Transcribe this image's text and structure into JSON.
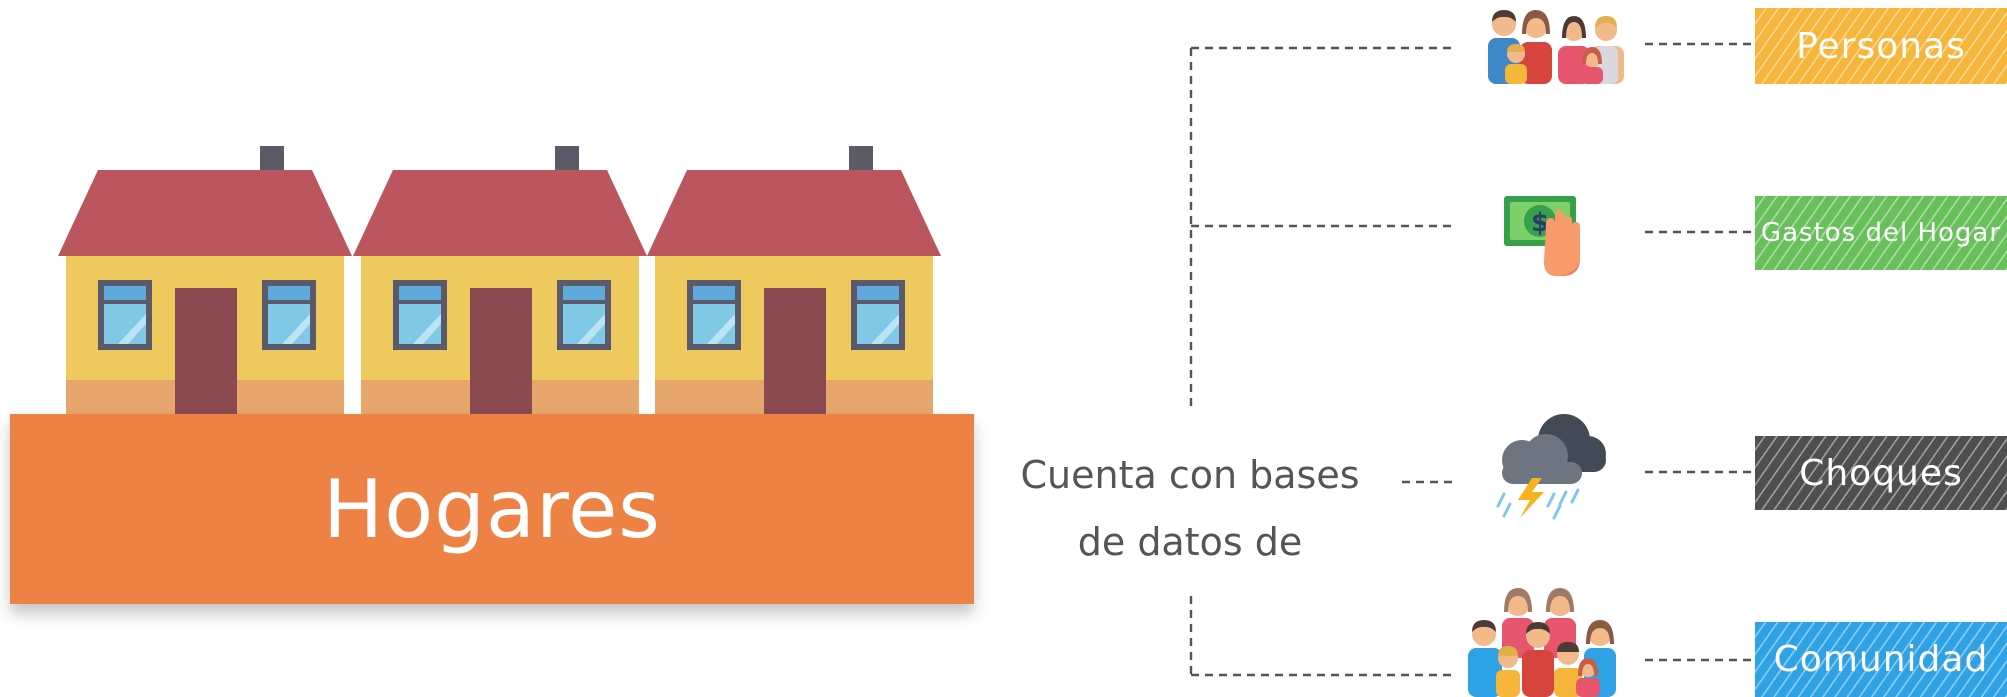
{
  "main_label": "Hogares",
  "connector_text": "Cuenta con bases de datos de",
  "colors": {
    "roof": "#bb565f",
    "wall": "#edc95e",
    "wall_base": "#e6a66c",
    "door": "#8b4a51",
    "chimney": "#5b5a66",
    "window_glass": "#80c9e6",
    "window_frame": "#5a5a6a",
    "banner": "#ee8245",
    "connector": "#555555"
  },
  "categories": [
    {
      "id": "personas",
      "label": "Personas",
      "icon": "people-group-icon",
      "color": "#f6b53b"
    },
    {
      "id": "gastos",
      "label": "Gastos del Hogar",
      "icon": "money-hand-icon",
      "color": "#67c05a"
    },
    {
      "id": "choques",
      "label": "Choques",
      "icon": "storm-cloud-icon",
      "color": "#4f4f4f"
    },
    {
      "id": "comunidad",
      "label": "Comunidad",
      "icon": "community-crowd-icon",
      "color": "#2ea2e4"
    }
  ]
}
